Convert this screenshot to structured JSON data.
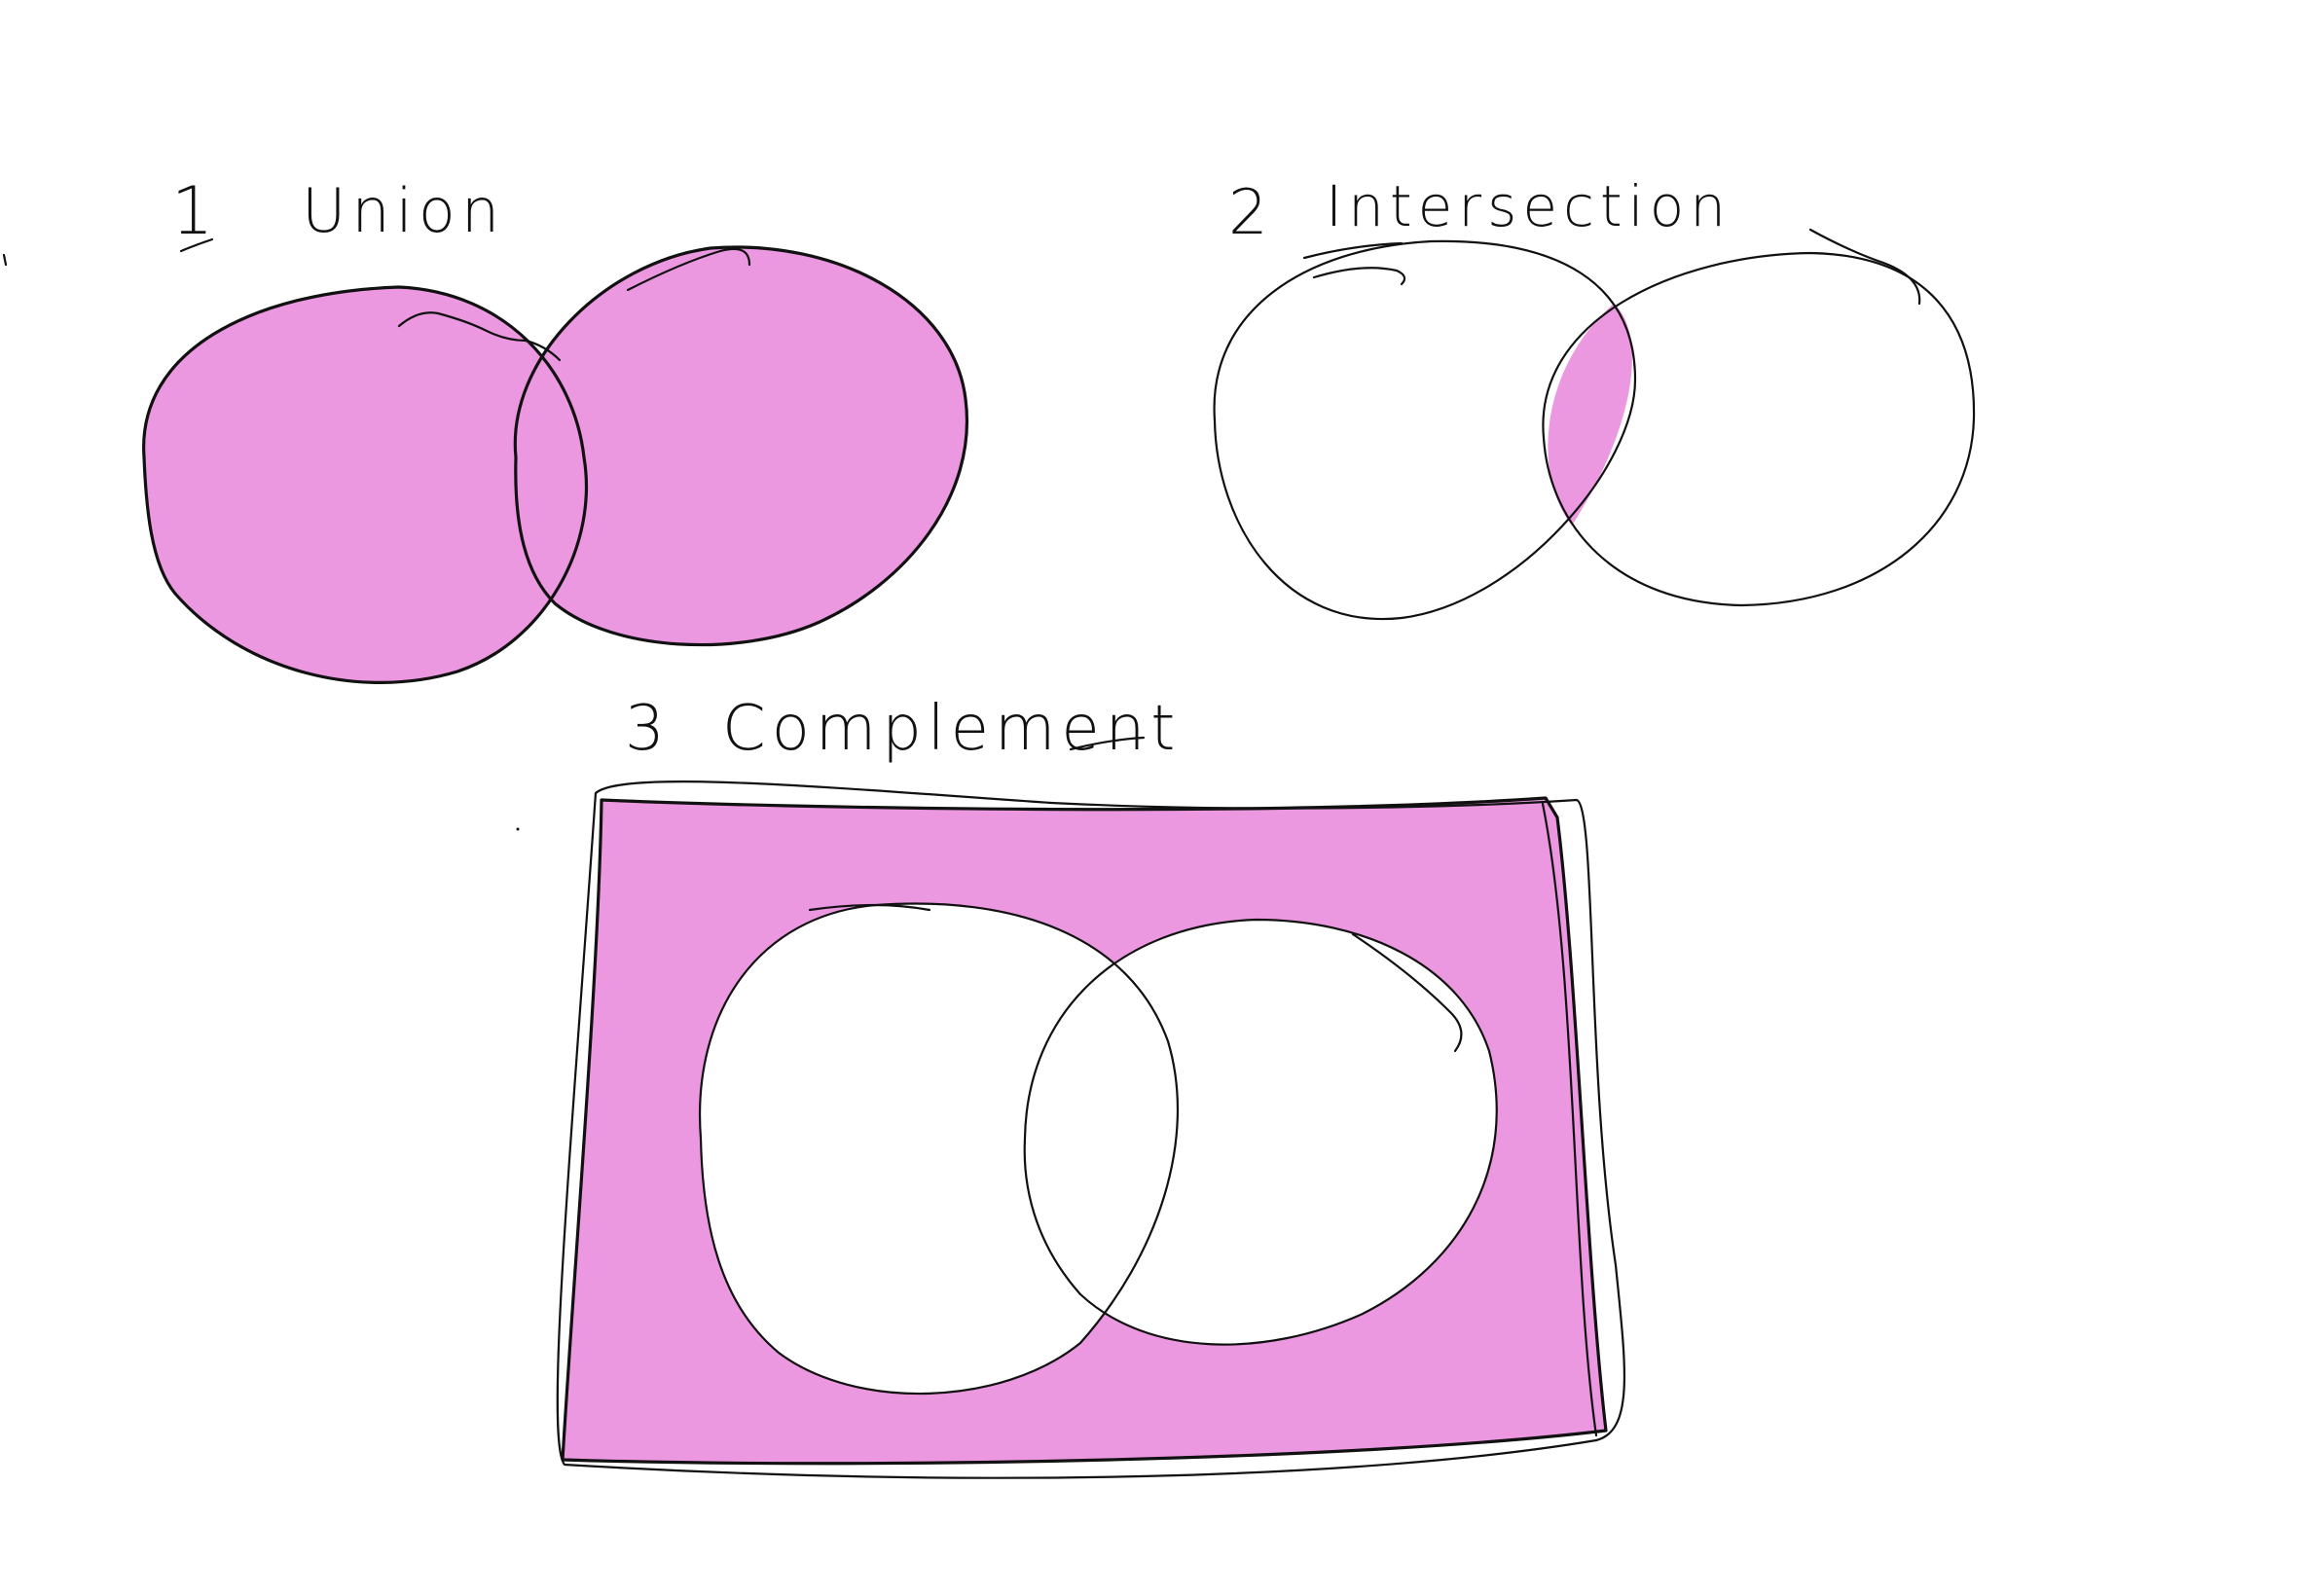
{
  "colors": {
    "fill": "#ec98e0",
    "stroke": "#111111",
    "background": "#ffffff"
  },
  "diagrams": [
    {
      "number": "1",
      "title": "Union"
    },
    {
      "number": "2",
      "title": "Intersection"
    },
    {
      "number": "3",
      "title": "Complement"
    }
  ]
}
